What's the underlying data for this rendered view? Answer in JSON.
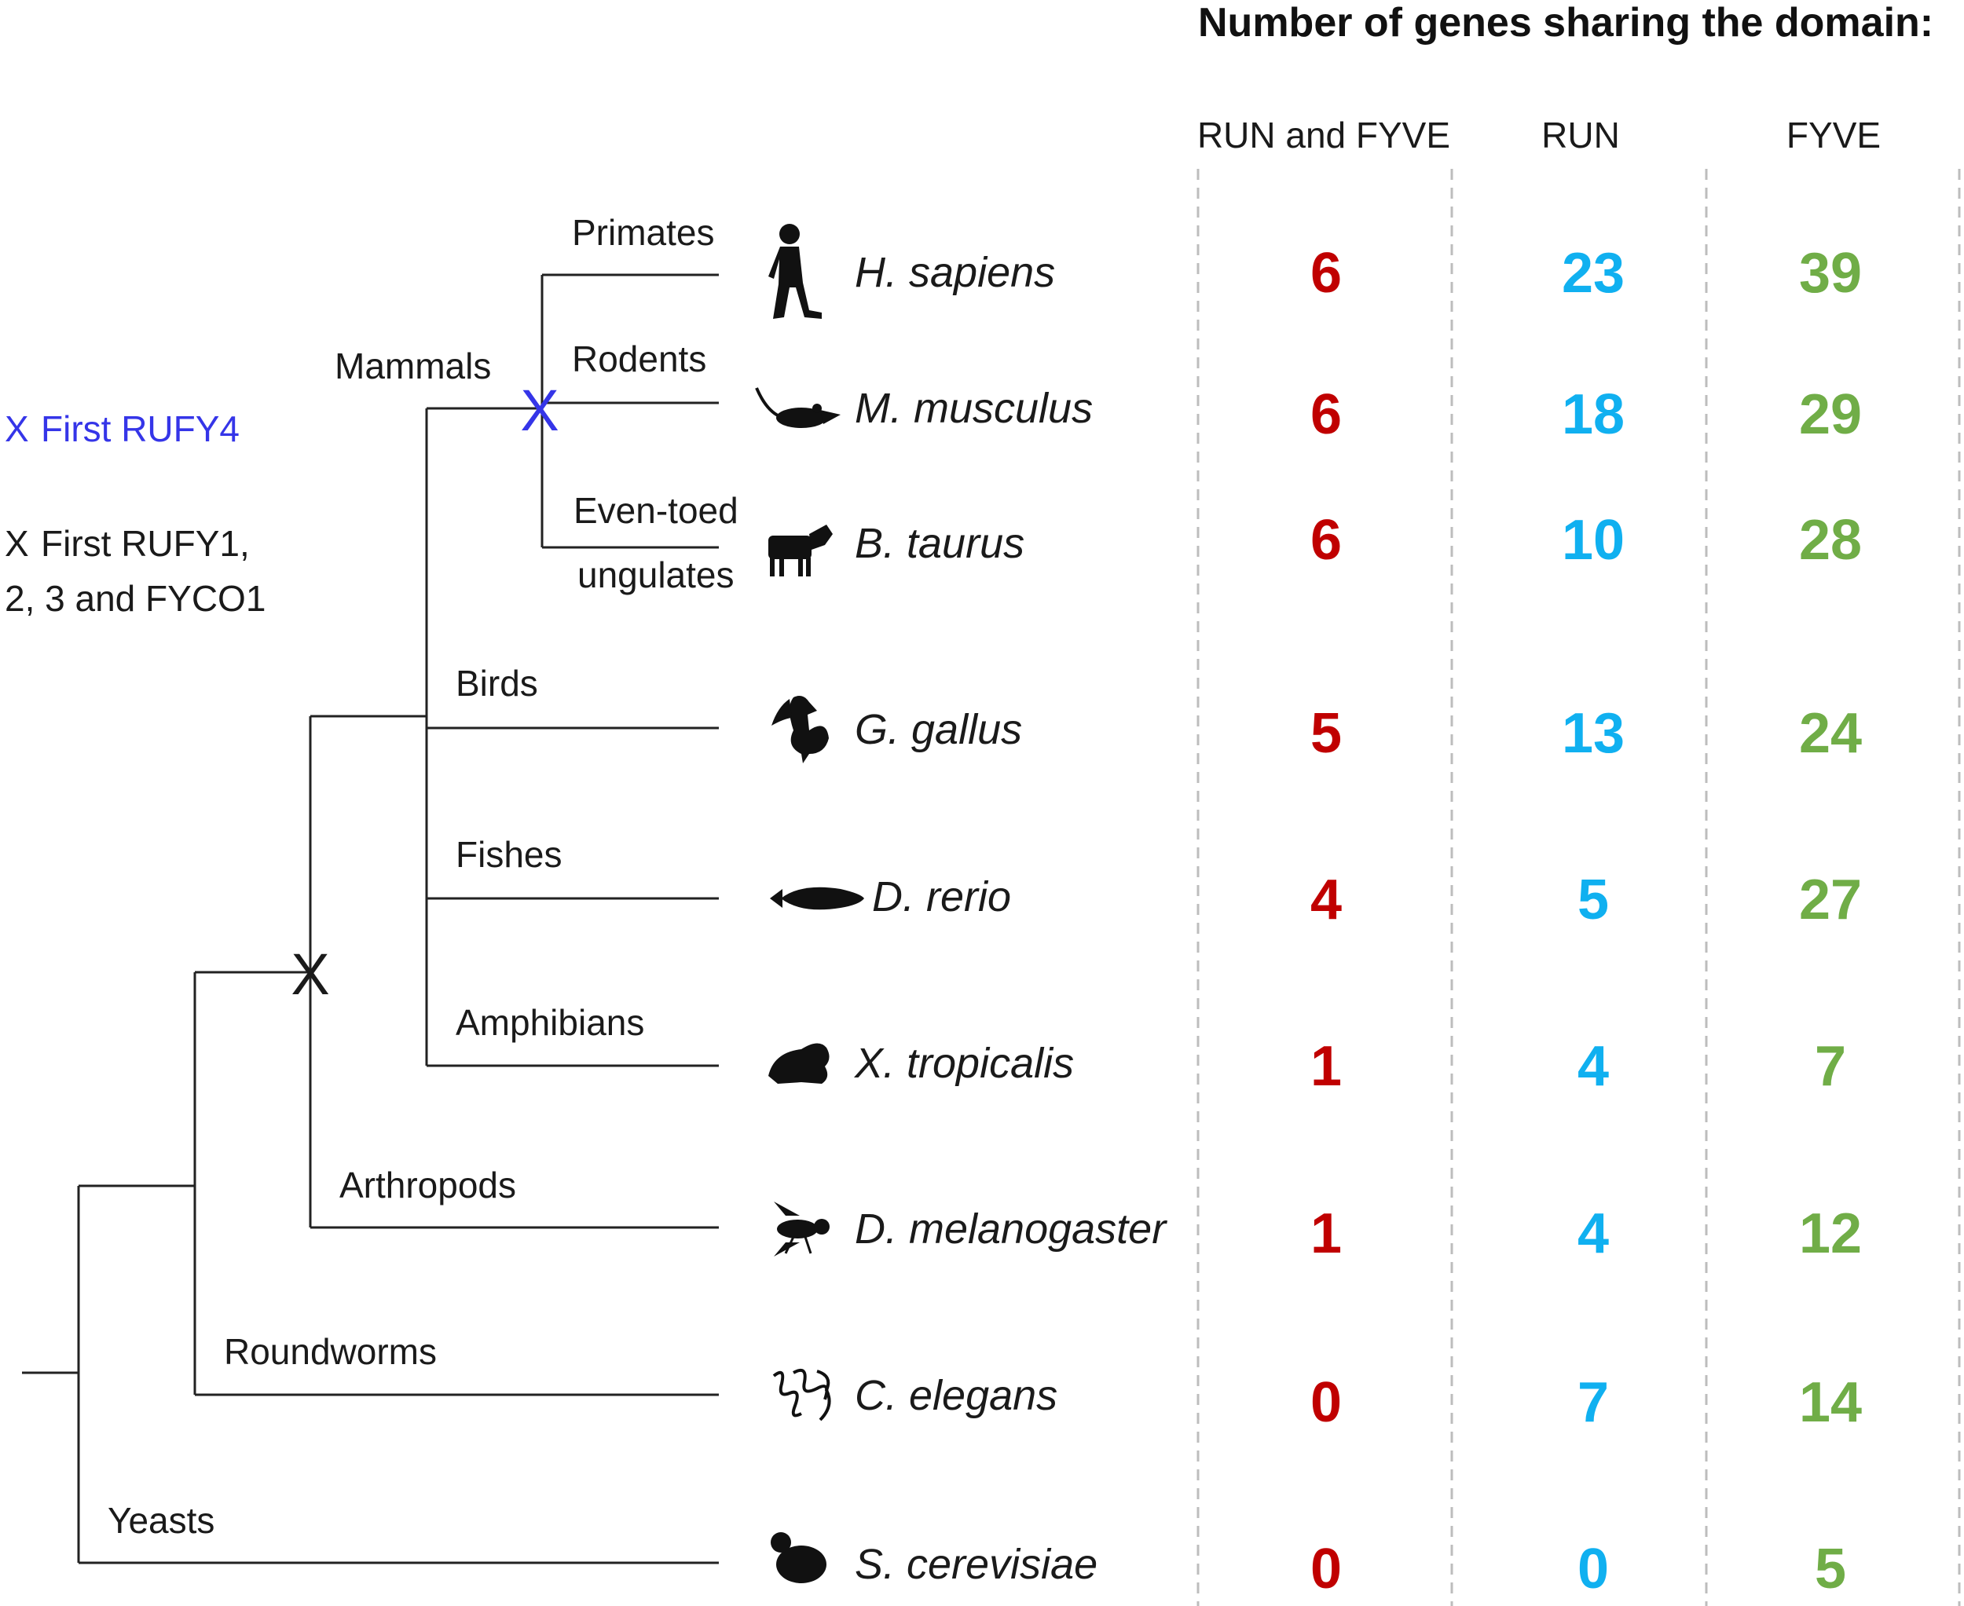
{
  "title": "Number of genes sharing the domain:",
  "columns": [
    {
      "label": "RUN and FYVE",
      "color": "#c00000"
    },
    {
      "label": "RUN",
      "color": "#10b0f0"
    },
    {
      "label": "FYVE",
      "color": "#70ad47"
    }
  ],
  "clades": {
    "primates": "Primates",
    "rodents": "Rodents",
    "even_toed_1": "Even-toed",
    "even_toed_2": "ungulates",
    "mammals": "Mammals",
    "birds": "Birds",
    "fishes": "Fishes",
    "amphibians": "Amphibians",
    "arthropods": "Arthropods",
    "roundworms": "Roundworms",
    "yeasts": "Yeasts"
  },
  "annotations": {
    "rufy4_mark": "X",
    "rufy4_text": "First RUFY4",
    "rufy4_color": "#3535e8",
    "rufy1_mark": "X",
    "rufy1_line1": "First RUFY1,",
    "rufy1_line2": "2, 3 and FYCO1"
  },
  "species": [
    {
      "name": "H. sapiens",
      "icon": "human-icon",
      "counts": [
        "6",
        "23",
        "39"
      ]
    },
    {
      "name": "M. musculus",
      "icon": "mouse-icon",
      "counts": [
        "6",
        "18",
        "29"
      ]
    },
    {
      "name": "B. taurus",
      "icon": "cow-icon",
      "counts": [
        "6",
        "10",
        "28"
      ]
    },
    {
      "name": "G. gallus",
      "icon": "rooster-icon",
      "counts": [
        "5",
        "13",
        "24"
      ]
    },
    {
      "name": "D. rerio",
      "icon": "fish-icon",
      "counts": [
        "4",
        "5",
        "27"
      ]
    },
    {
      "name": "X. tropicalis",
      "icon": "frog-icon",
      "counts": [
        "1",
        "4",
        "7"
      ]
    },
    {
      "name": "D. melanogaster",
      "icon": "fly-icon",
      "counts": [
        "1",
        "4",
        "12"
      ]
    },
    {
      "name": "C. elegans",
      "icon": "worm-icon",
      "counts": [
        "0",
        "7",
        "14"
      ]
    },
    {
      "name": "S. cerevisiae",
      "icon": "yeast-icon",
      "counts": [
        "0",
        "0",
        "5"
      ]
    }
  ]
}
